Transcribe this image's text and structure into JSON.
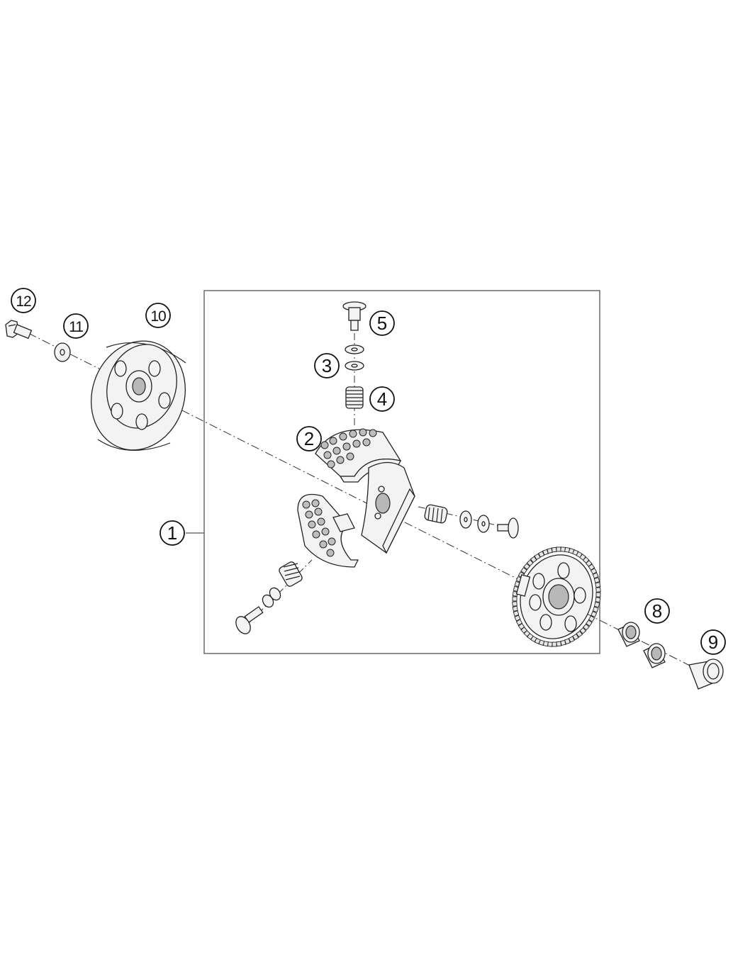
{
  "callouts": [
    {
      "id": "1",
      "label": "1"
    },
    {
      "id": "2",
      "label": "2"
    },
    {
      "id": "3",
      "label": "3"
    },
    {
      "id": "4",
      "label": "4"
    },
    {
      "id": "5",
      "label": "5"
    },
    {
      "id": "8",
      "label": "8"
    },
    {
      "id": "9",
      "label": "9"
    },
    {
      "id": "10",
      "label": "10"
    },
    {
      "id": "11",
      "label": "11"
    },
    {
      "id": "12",
      "label": "12"
    }
  ],
  "colors": {
    "line": "#222222",
    "part_fill": "#f3f3f3",
    "shadow_fill": "#b8b8b8",
    "background": "#ffffff"
  }
}
